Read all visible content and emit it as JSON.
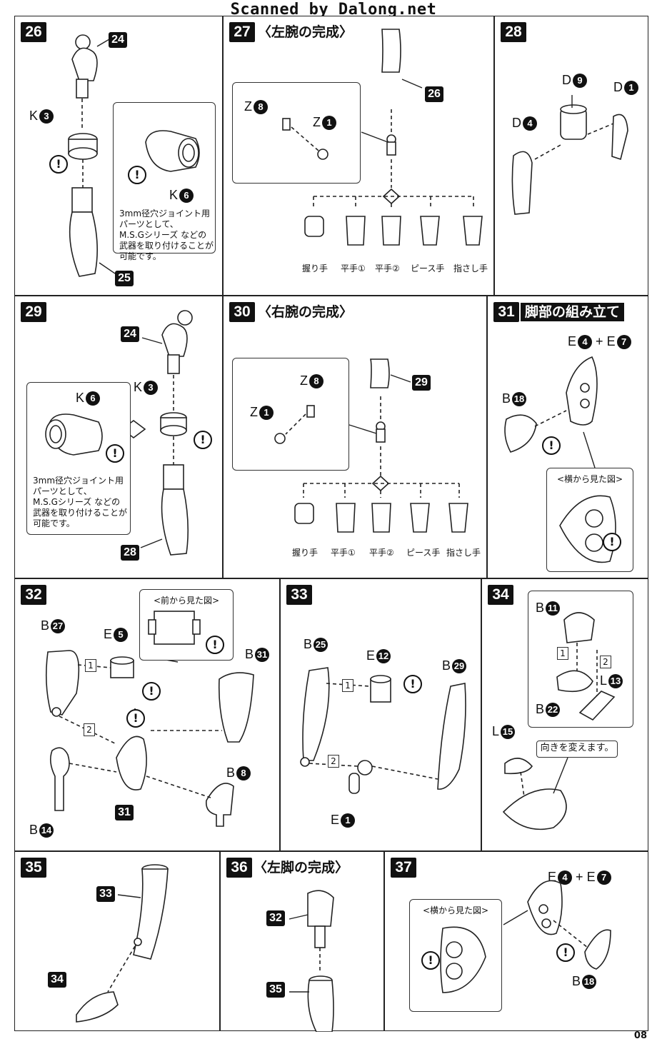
{
  "header": "Scanned by Dalong.net",
  "page_number": "08",
  "steps": {
    "s26": {
      "num": "26",
      "labels": {
        "p24": "24",
        "k": "K",
        "k3": "3",
        "k6k": "K",
        "k6": "6",
        "p25": "25"
      },
      "note": [
        "3mm径穴ジョイント用",
        "パーツとして、",
        "M.S.Gシリーズ などの",
        "武器を取り付けることが",
        "可能です。"
      ]
    },
    "s27": {
      "num": "27",
      "title": "〈左腕の完成〉",
      "labels": {
        "z": "Z",
        "z8": "8",
        "z2": "Z",
        "z1": "1",
        "p26": "26"
      },
      "hands": [
        "握り手",
        "平手①",
        "平手②",
        "ピース手",
        "指さし手"
      ]
    },
    "s28": {
      "num": "28",
      "labels": {
        "d9l": "D",
        "d9": "9",
        "d1l": "D",
        "d1": "1",
        "d4l": "D",
        "d4": "4"
      }
    },
    "s29": {
      "num": "29",
      "labels": {
        "p24": "24",
        "k6l": "K",
        "k6": "6",
        "k3l": "K",
        "k3": "3",
        "p28": "28"
      },
      "note": [
        "3mm径穴ジョイント用",
        "パーツとして、",
        "M.S.Gシリーズ などの",
        "武器を取り付けることが",
        "可能です。"
      ]
    },
    "s30": {
      "num": "30",
      "title": "〈右腕の完成〉",
      "labels": {
        "z8l": "Z",
        "z8": "8",
        "z1l": "Z",
        "z1": "1",
        "p29": "29"
      },
      "hands": [
        "握り手",
        "平手①",
        "平手②",
        "ピース手",
        "指さし手"
      ]
    },
    "s31": {
      "num": "31",
      "title": "脚部の組み立て",
      "labels": {
        "e4l": "E",
        "e4": "4",
        "plus": "+",
        "e7l": "E",
        "e7": "7",
        "b18l": "B",
        "b18": "18"
      },
      "callout": "<横から見た図>"
    },
    "s32": {
      "num": "32",
      "labels": {
        "b27l": "B",
        "b27": "27",
        "e5l": "E",
        "e5": "5",
        "b31l": "B",
        "b31": "31",
        "b8l": "B",
        "b8": "8",
        "p31": "31",
        "b14l": "B",
        "b14": "14",
        "st1": "1",
        "st2": "2"
      },
      "callout": "<前から見た図>"
    },
    "s33": {
      "num": "33",
      "labels": {
        "b25l": "B",
        "b25": "25",
        "e12l": "E",
        "e12": "12",
        "b29l": "B",
        "b29": "29",
        "e1l": "E",
        "e1": "1",
        "st1": "1",
        "st2": "2"
      }
    },
    "s34": {
      "num": "34",
      "labels": {
        "b11l": "B",
        "b11": "11",
        "b22l": "B",
        "b22": "22",
        "l13l": "L",
        "l13": "13",
        "l15l": "L",
        "l15": "15",
        "st1": "1",
        "st2": "2"
      },
      "balloon": "向きを変えます。"
    },
    "s35": {
      "num": "35",
      "labels": {
        "p33": "33",
        "p34": "34"
      }
    },
    "s36": {
      "num": "36",
      "title": "〈左脚の完成〉",
      "labels": {
        "p32": "32",
        "p35": "35"
      }
    },
    "s37": {
      "num": "37",
      "labels": {
        "e4l": "E",
        "e4": "4",
        "plus": "+",
        "e7l": "E",
        "e7": "7",
        "b18l": "B",
        "b18": "18"
      },
      "callout": "<横から見た図>"
    }
  }
}
